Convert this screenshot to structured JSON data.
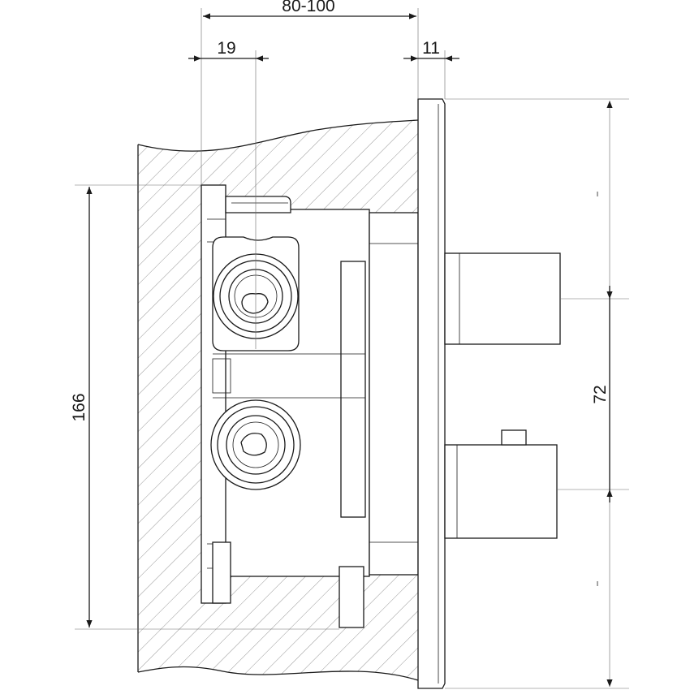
{
  "dimensions": {
    "depth_range": "80-100",
    "offset_left": "19",
    "offset_right": "11",
    "total_height": "166",
    "handle_spacing": "72"
  },
  "colors": {
    "line": "#1a1a1a",
    "hatch": "#8c8c8c",
    "background": "#ffffff"
  }
}
